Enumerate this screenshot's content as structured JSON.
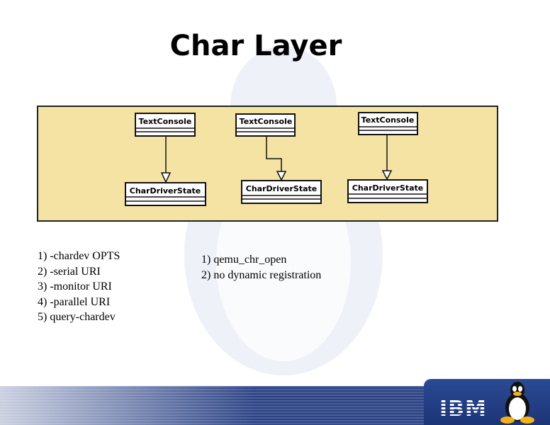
{
  "slide": {
    "title": "Char Layer",
    "diagram": {
      "background_color": "#f5e3a3",
      "pairs": [
        {
          "parent": "TextConsole",
          "child": "CharDriverState"
        },
        {
          "parent": "TextConsole",
          "child": "CharDriverState"
        },
        {
          "parent": "TextConsole",
          "child": "CharDriverState"
        }
      ]
    },
    "left_list": [
      "1) -chardev OPTS",
      "2) -serial URI",
      "3) -monitor URI",
      "4) -parallel URI",
      "5) query-chardev"
    ],
    "right_list": [
      "1) qemu_chr_open",
      "2) no dynamic registration"
    ],
    "footer": {
      "logo": "IBM",
      "brand_color": "#1f3a80",
      "mascot_icon": "tux-penguin-icon"
    }
  }
}
